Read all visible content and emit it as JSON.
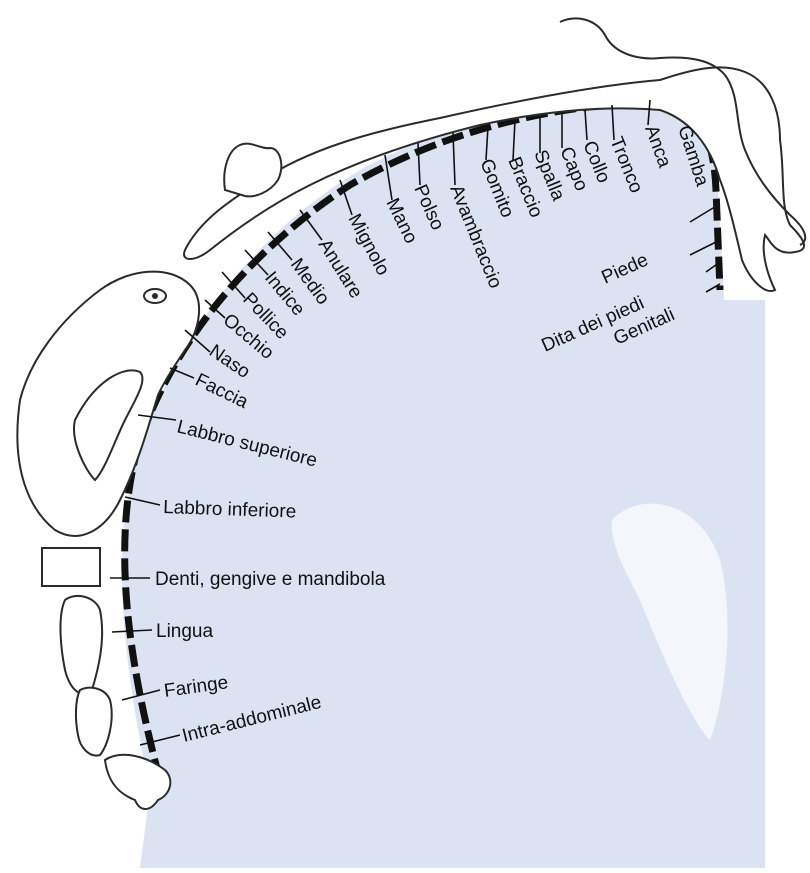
{
  "labels": {
    "gamba": "Gamba",
    "anca": "Anca",
    "tronco": "Tronco",
    "collo": "Collo",
    "capo": "Capo",
    "spalla": "Spalla",
    "braccio": "Braccio",
    "gomito": "Gomito",
    "avambraccio": "Avambraccio",
    "polso": "Polso",
    "mano": "Mano",
    "mignolo": "Mignolo",
    "anulare": "Anulare",
    "medio": "Medio",
    "indice": "Indice",
    "pollice": "Pollice",
    "occhio": "Occhio",
    "naso": "Naso",
    "faccia": "Faccia",
    "labbro_superiore": "Labbro superiore",
    "labbro_inferiore": "Labbro inferiore",
    "denti": "Denti, gengive e mandibola",
    "lingua": "Lingua",
    "faringe": "Faringe",
    "intra_addominale": "Intra-addominale",
    "piede": "Piede",
    "dita_piedi": "Dita dei piedi",
    "genitali": "Genitali"
  },
  "colors": {
    "cortex_fill": "#dbe3f3",
    "cortex_highlight": "#f4f6fc",
    "ink": "#111111",
    "outline": "#2b2b2b",
    "skin": "#ffffff"
  }
}
